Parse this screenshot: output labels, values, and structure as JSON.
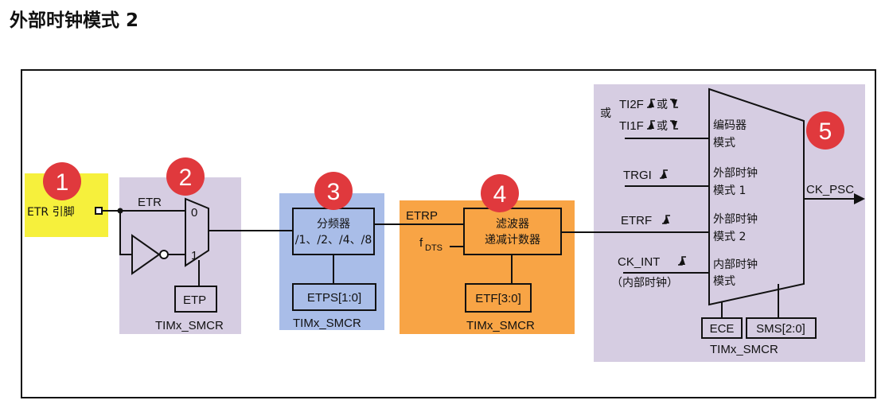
{
  "title": "外部时钟模式 2",
  "colors": {
    "yellow": "#f6f03c",
    "purple": "#d6cde2",
    "blue": "#a9bde8",
    "orange": "#f8a445",
    "badge": "#e0393d"
  },
  "badges": [
    "1",
    "2",
    "3",
    "4",
    "5"
  ],
  "stage1": {
    "pin_label": "ETR 引脚"
  },
  "stage2": {
    "etr_label": "ETR",
    "in0": "0",
    "in1": "1",
    "reg": "ETP",
    "reg_name": "TIMx_SMCR"
  },
  "stage3": {
    "line1": "分频器",
    "line2": "/1、/2、/4、/8",
    "reg": "ETPS[1:0]",
    "reg_name": "TIMx_SMCR"
  },
  "stage4": {
    "etrp": "ETRP",
    "fdts": "f",
    "fdts_sub": "DTS",
    "line1": "滤波器",
    "line2": "递减计数器",
    "reg": "ETF[3:0]",
    "reg_name": "TIMx_SMCR"
  },
  "stage5": {
    "or_label": "或",
    "ti2f": "TI2F",
    "ti1f": "TI1F",
    "or_mid": "或",
    "trgi": "TRGI",
    "etrf": "ETRF",
    "ck_int": "CK_INT",
    "ck_int_note": "（内部时钟）",
    "modes": [
      {
        "l1": "编码器",
        "l2": "模式"
      },
      {
        "l1": "外部时钟",
        "l2": "模式 1"
      },
      {
        "l1": "外部时钟",
        "l2": "模式 2"
      },
      {
        "l1": "内部时钟",
        "l2": "模式"
      }
    ],
    "output": "CK_PSC",
    "reg_ece": "ECE",
    "reg_sms": "SMS[2:0]",
    "reg_name": "TIMx_SMCR"
  }
}
